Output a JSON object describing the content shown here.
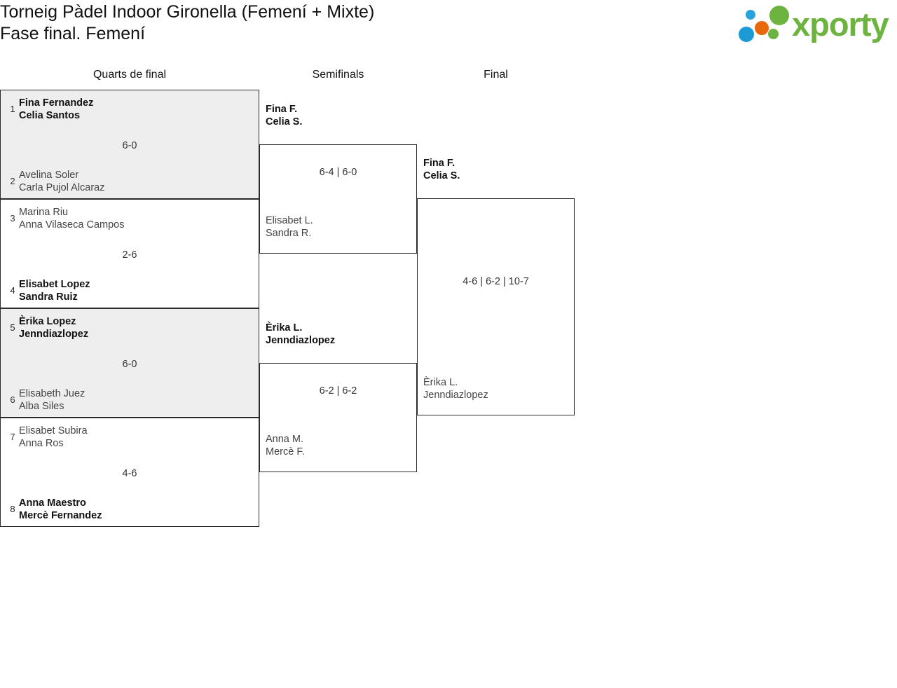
{
  "header": {
    "title_line1": "Torneig Pàdel Indoor Gironella (Femení + Mixte)",
    "title_line2": "Fase final. Femení",
    "logo": {
      "wordmark": "xporty",
      "word_color": "#6cb33f",
      "dots": [
        {
          "name": "dot-blue-small",
          "color": "#29a3dc"
        },
        {
          "name": "dot-orange",
          "color": "#e8690b"
        },
        {
          "name": "dot-green-large",
          "color": "#6cb33f"
        },
        {
          "name": "dot-blue-large",
          "color": "#1b9ad6"
        },
        {
          "name": "dot-green-small",
          "color": "#6cb33f"
        }
      ]
    }
  },
  "rounds": {
    "quarterfinals_label": "Quarts de final",
    "semifinals_label": "Semifinals",
    "final_label": "Final"
  },
  "colors": {
    "shaded_row": "#eeeeee",
    "border": "#2b2b2b",
    "text": "#1a1a1a"
  },
  "bracket": {
    "quarterfinals": [
      {
        "score": "6-0",
        "top": {
          "seed": "1",
          "player1": "Fina Fernandez",
          "player2": "Celia Santos",
          "winner": true
        },
        "bottom": {
          "seed": "2",
          "player1": "Avelina Soler",
          "player2": "Carla Pujol Alcaraz",
          "winner": false
        }
      },
      {
        "score": "2-6",
        "top": {
          "seed": "3",
          "player1": "Marina Riu",
          "player2": "Anna Vilaseca Campos",
          "winner": false
        },
        "bottom": {
          "seed": "4",
          "player1": "Elisabet Lopez",
          "player2": "Sandra Ruiz",
          "winner": true
        }
      },
      {
        "score": "6-0",
        "top": {
          "seed": "5",
          "player1": "Èrika Lopez",
          "player2": "Jenndiazlopez",
          "winner": true
        },
        "bottom": {
          "seed": "6",
          "player1": "Elisabeth Juez",
          "player2": "Alba Siles",
          "winner": false
        }
      },
      {
        "score": "4-6",
        "top": {
          "seed": "7",
          "player1": "Elisabet Subira",
          "player2": "Anna Ros",
          "winner": false
        },
        "bottom": {
          "seed": "8",
          "player1": "Anna Maestro",
          "player2": "Mercè Fernandez",
          "winner": true
        }
      }
    ],
    "semifinals": [
      {
        "score": "6-4 | 6-0",
        "top": {
          "player1": "Fina F.",
          "player2": "Celia S.",
          "winner": true
        },
        "bottom": {
          "player1": "Elisabet L.",
          "player2": "Sandra R.",
          "winner": false
        }
      },
      {
        "score": "6-2 | 6-2",
        "top": {
          "player1": "Èrika L.",
          "player2": "Jenndiazlopez",
          "winner": true
        },
        "bottom": {
          "player1": "Anna M.",
          "player2": "Mercè F.",
          "winner": false
        }
      }
    ],
    "final": [
      {
        "score": "4-6 | 6-2 | 10-7",
        "top": {
          "player1": "Fina F.",
          "player2": "Celia S.",
          "winner": true
        },
        "bottom": {
          "player1": "Èrika L.",
          "player2": "Jenndiazlopez",
          "winner": false
        }
      }
    ]
  }
}
